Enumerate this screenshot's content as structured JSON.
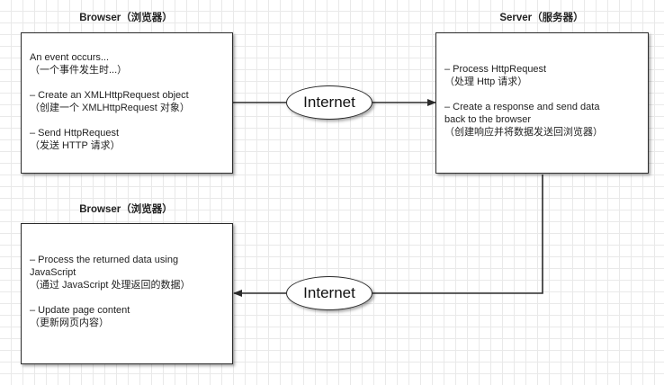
{
  "top_left": {
    "title": "Browser（浏览器）",
    "lines": [
      "An event occurs...",
      "（一个事件发生时...）",
      "",
      "– Create an XMLHttpRequest object",
      "（创建一个 XMLHttpRequest 对象）",
      "",
      "– Send HttpRequest",
      "（发送 HTTP 请求）"
    ]
  },
  "top_right": {
    "title": "Server（服务器）",
    "lines": [
      "– Process HttpRequest",
      "（处理 Http 请求）",
      "",
      "– Create a response and send data",
      "back to the browser",
      "（创建响应并将数据发送回浏览器）"
    ]
  },
  "bottom_left": {
    "title": "Browser（浏览器）",
    "lines": [
      "– Process the returned data using",
      "JavaScript",
      "（通过 JavaScript 处理返回的数据）",
      "",
      "– Update page content",
      "（更新网页内容）"
    ]
  },
  "internet_top": "Internet",
  "internet_bottom": "Internet"
}
